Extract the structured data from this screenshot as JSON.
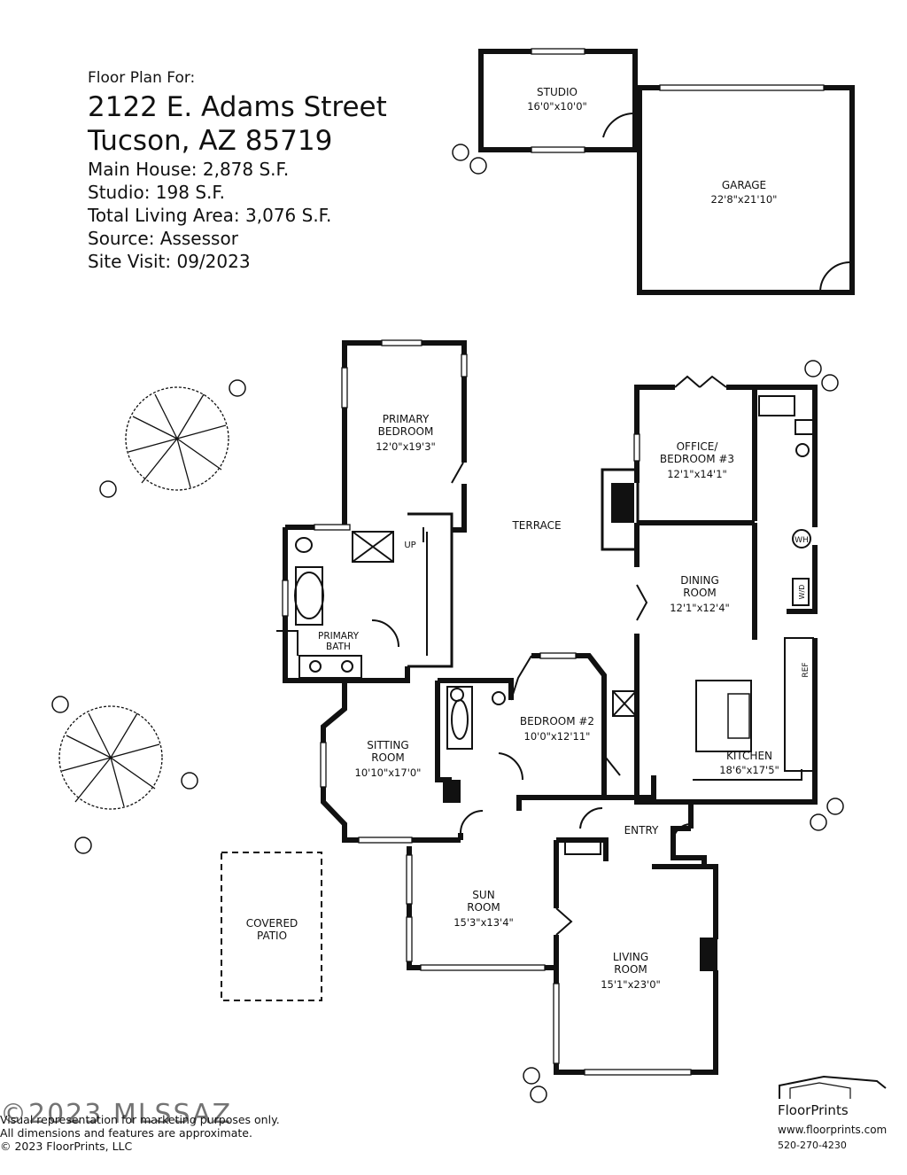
{
  "header": {
    "line1": "Floor Plan For:",
    "address1": "2122 E. Adams Street",
    "address2": "Tucson, AZ  85719",
    "main_house": "Main House:  2,878 S.F.",
    "studio": "Studio:  198 S.F.",
    "total": "Total Living Area:  3,076 S.F.",
    "source": "Source:  Assessor",
    "visit": "Site Visit:  09/2023"
  },
  "rooms": {
    "studio": {
      "name": "STUDIO",
      "dim": "16'0\"x10'0\""
    },
    "garage": {
      "name": "GARAGE",
      "dim": "22'8\"x21'10\""
    },
    "primary_bedroom": {
      "name1": "PRIMARY",
      "name2": "BEDROOM",
      "dim": "12'0\"x19'3\""
    },
    "terrace": {
      "name": "TERRACE"
    },
    "office": {
      "name1": "OFFICE/",
      "name2": "BEDROOM #3",
      "dim": "12'1\"x14'1\""
    },
    "dining": {
      "name1": "DINING",
      "name2": "ROOM",
      "dim": "12'1\"x12'4\""
    },
    "primary_bath": {
      "name1": "PRIMARY",
      "name2": "BATH"
    },
    "bedroom2": {
      "name": "BEDROOM #2",
      "dim": "10'0\"x12'11\""
    },
    "sitting": {
      "name1": "SITTING",
      "name2": "ROOM",
      "dim": "10'10\"x17'0\""
    },
    "kitchen": {
      "name": "KITCHEN",
      "dim": "18'6\"x17'5\""
    },
    "entry": {
      "name": "ENTRY"
    },
    "sun": {
      "name1": "SUN",
      "name2": "ROOM",
      "dim": "15'3\"x13'4\""
    },
    "covered_patio": {
      "name1": "COVERED",
      "name2": "PATIO"
    },
    "living": {
      "name1": "LIVING",
      "name2": "ROOM",
      "dim": "15'1\"x23'0\""
    }
  },
  "fixtures": {
    "up": "UP",
    "wh": "WH",
    "wd": "W/D",
    "ref": "REF"
  },
  "footer": {
    "line1": "Visual representation for marketing purposes only.",
    "line2": "All dimensions and features are approximate.",
    "line3": "© 2023  FloorPrints, LLC"
  },
  "watermark": "©2023 MLSSAZ",
  "brand": {
    "name": "FloorPrints",
    "url": "www.floorprints.com",
    "phone": "520-270-4230"
  }
}
